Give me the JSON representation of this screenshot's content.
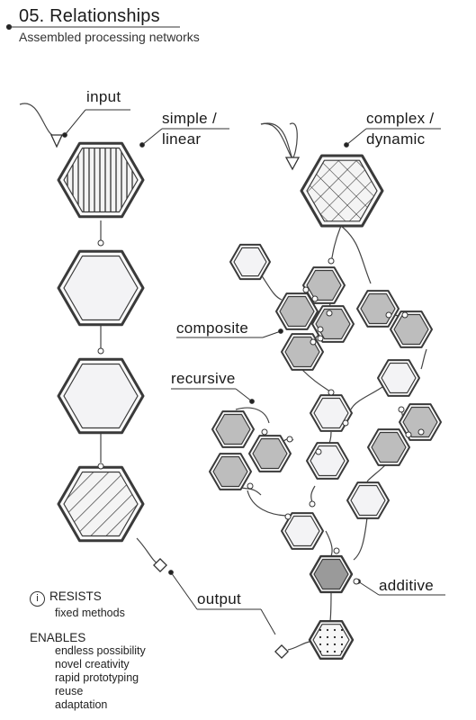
{
  "header": {
    "title": "05. Relationships",
    "subtitle": "Assembled processing networks"
  },
  "labels": {
    "input": "input",
    "simple": "simple /",
    "linear": "linear",
    "complex": "complex /",
    "dynamic": "dynamic",
    "composite": "composite",
    "recursive": "recursive",
    "additive": "additive",
    "output": "output"
  },
  "info": {
    "icon": "i",
    "resists_heading": "RESISTS",
    "resists_items": [
      "fixed methods"
    ],
    "enables_heading": "ENABLES",
    "enables_items": [
      "endless possibility",
      "novel creativity",
      "rapid prototyping",
      "reuse",
      "adaptation"
    ]
  },
  "colors": {
    "stroke": "#3a3a3a",
    "light_fill": "#f3f3f5",
    "mid_fill": "#bdbdbd",
    "dark_fill": "#9a9a9a"
  }
}
